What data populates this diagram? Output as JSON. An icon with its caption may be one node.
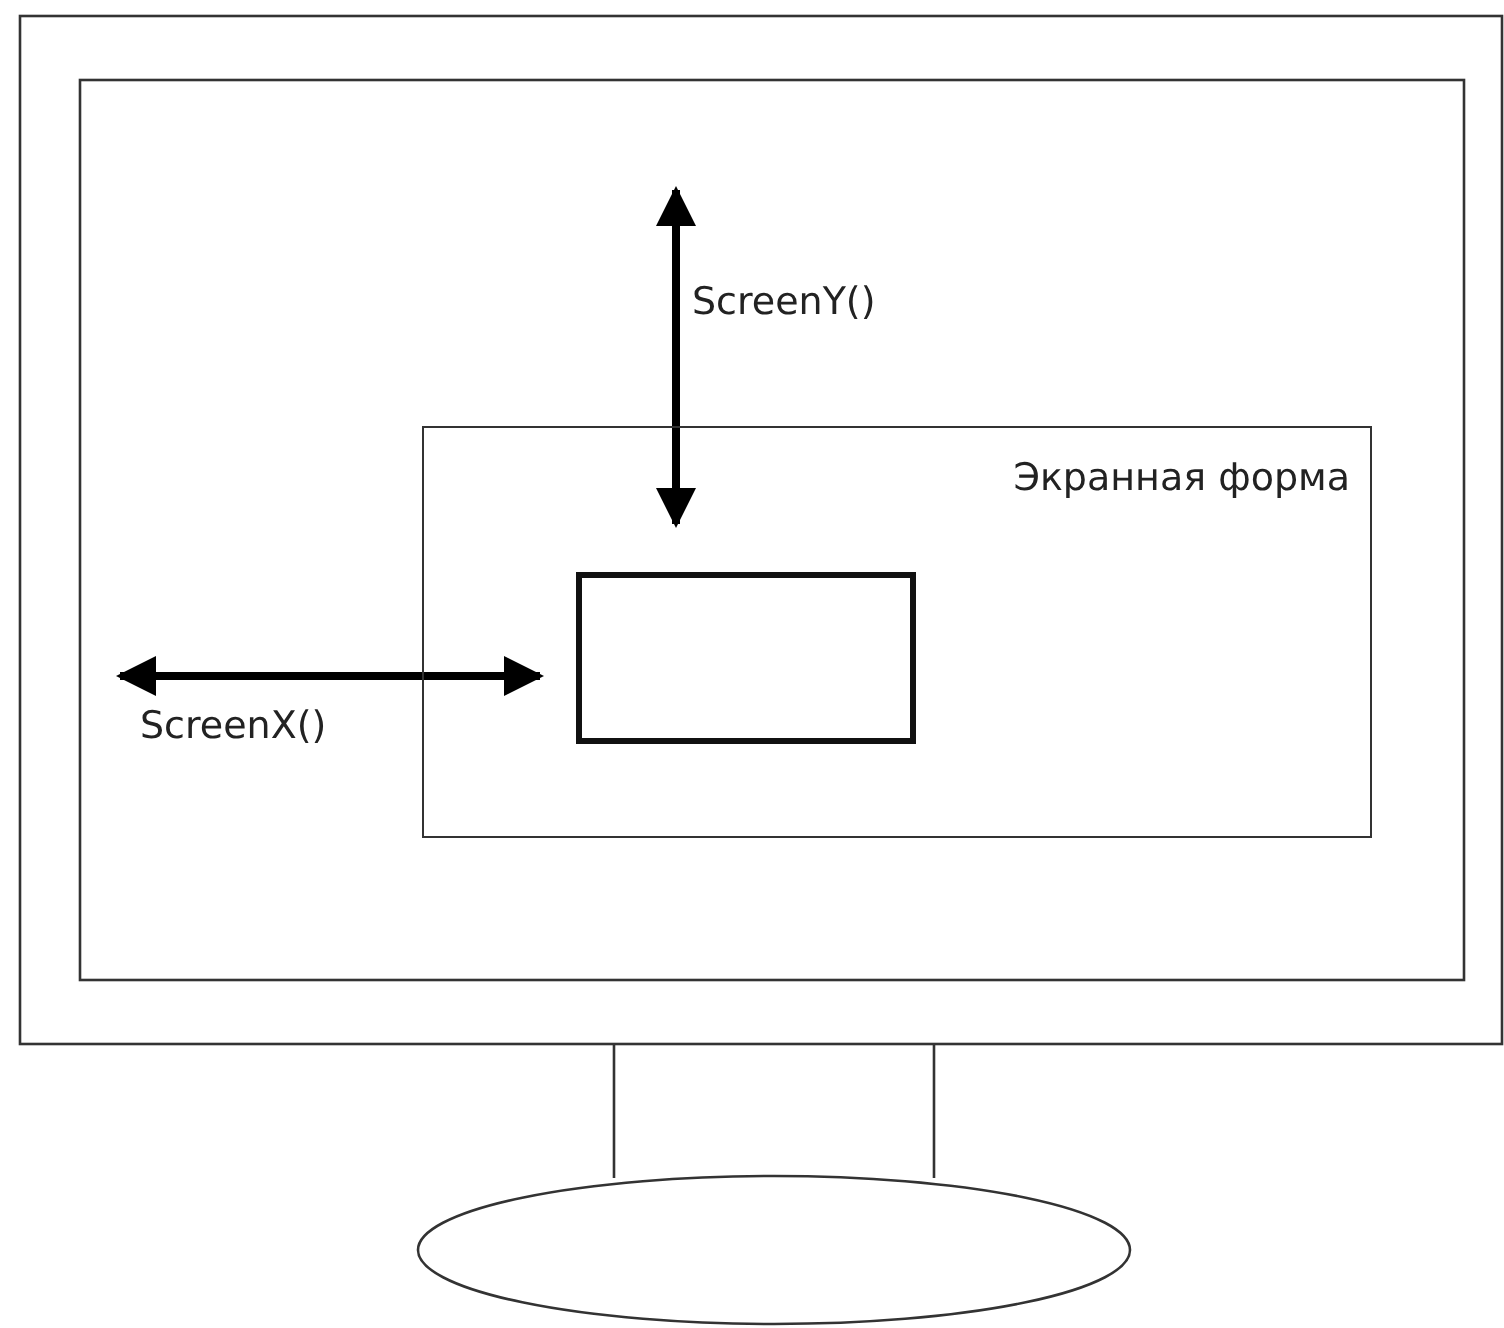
{
  "diagram": {
    "nodes": [
      {
        "text": [
          "Экранная форма"
        ]
      },
      {
        "text": [],
        "shape": "box",
        "in": 0
      }
    ],
    "labels": [
      "ScreenY()",
      "ScreenX()"
    ]
  }
}
